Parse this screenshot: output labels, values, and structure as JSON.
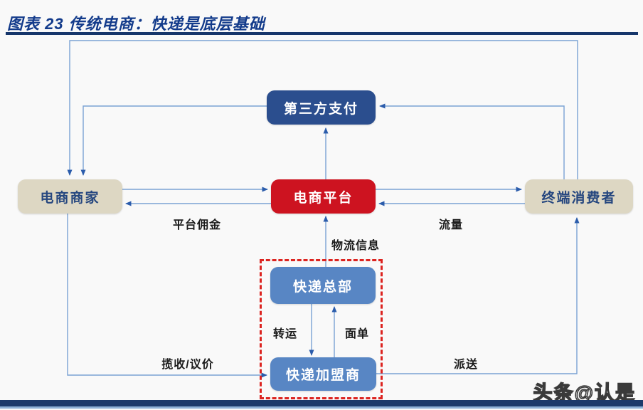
{
  "header": {
    "title": "图表 23  传统电商：快递是底层基础"
  },
  "nodes": {
    "third_party_payment": "第三方支付",
    "merchant": "电商商家",
    "platform": "电商平台",
    "consumer": "终端消费者",
    "express_hq": "快递总部",
    "express_franchisee": "快递加盟商"
  },
  "edge_labels": {
    "platform_commission": "平台佣金",
    "traffic": "流量",
    "logistics_info": "物流信息",
    "transfer": "转运",
    "waybill": "面单",
    "pickup_bargain": "揽收/议价",
    "delivery": "派送"
  },
  "watermark": "头条@认是",
  "colors": {
    "navy_box": "#2b4e8e",
    "red_box": "#cd1320",
    "beige_box": "#ddd7c3",
    "blue_box": "#5886c4",
    "dashed_border": "#dc2420",
    "connector_line": "#7ba3d4",
    "arrowhead": "#2b5cab",
    "title_text": "#133b8b",
    "bottom_bar": "#1d3a6b"
  }
}
